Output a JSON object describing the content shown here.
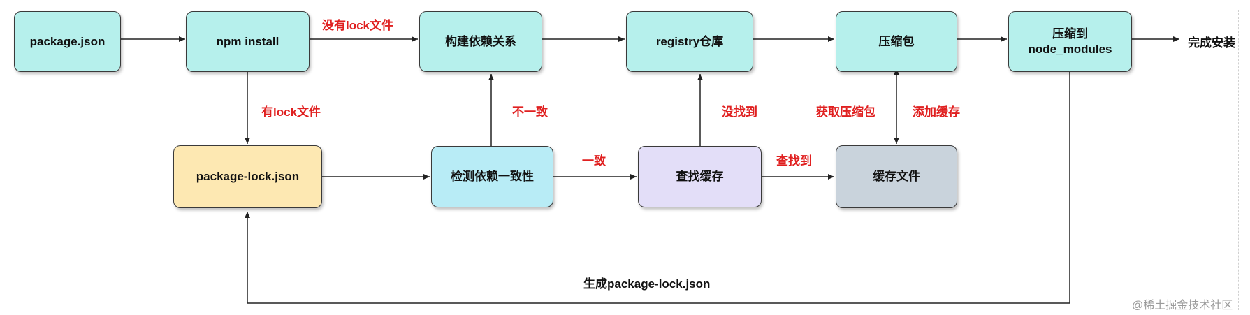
{
  "nodes": {
    "package_json": "package.json",
    "npm_install": "npm install",
    "build_dependency": "构建依赖关系",
    "registry": "registry仓库",
    "compressed_package": "压缩包",
    "compress_to_node_modules": "压缩到\nnode_modules",
    "package_lock_json": "package-lock.json",
    "check_dependency": "检测依赖一致性",
    "find_cache": "查找缓存",
    "cache_file": "缓存文件"
  },
  "labels": {
    "no_lock_file": "没有lock文件",
    "has_lock_file": "有lock文件",
    "inconsistent": "不一致",
    "consistent": "一致",
    "not_found": "没找到",
    "found": "查找到",
    "get_package": "获取压缩包",
    "add_cache": "添加缓存",
    "install_complete": "完成安装",
    "generate_lock": "生成package-lock.json"
  },
  "watermark": "@稀土掘金技术社区",
  "colors": {
    "cyan": "#b6f0ec",
    "light_blue": "#b8ecf6",
    "orange": "#fde8b2",
    "lavender": "#e3def8",
    "gray": "#c9d3dc",
    "label_red": "#e02020"
  }
}
